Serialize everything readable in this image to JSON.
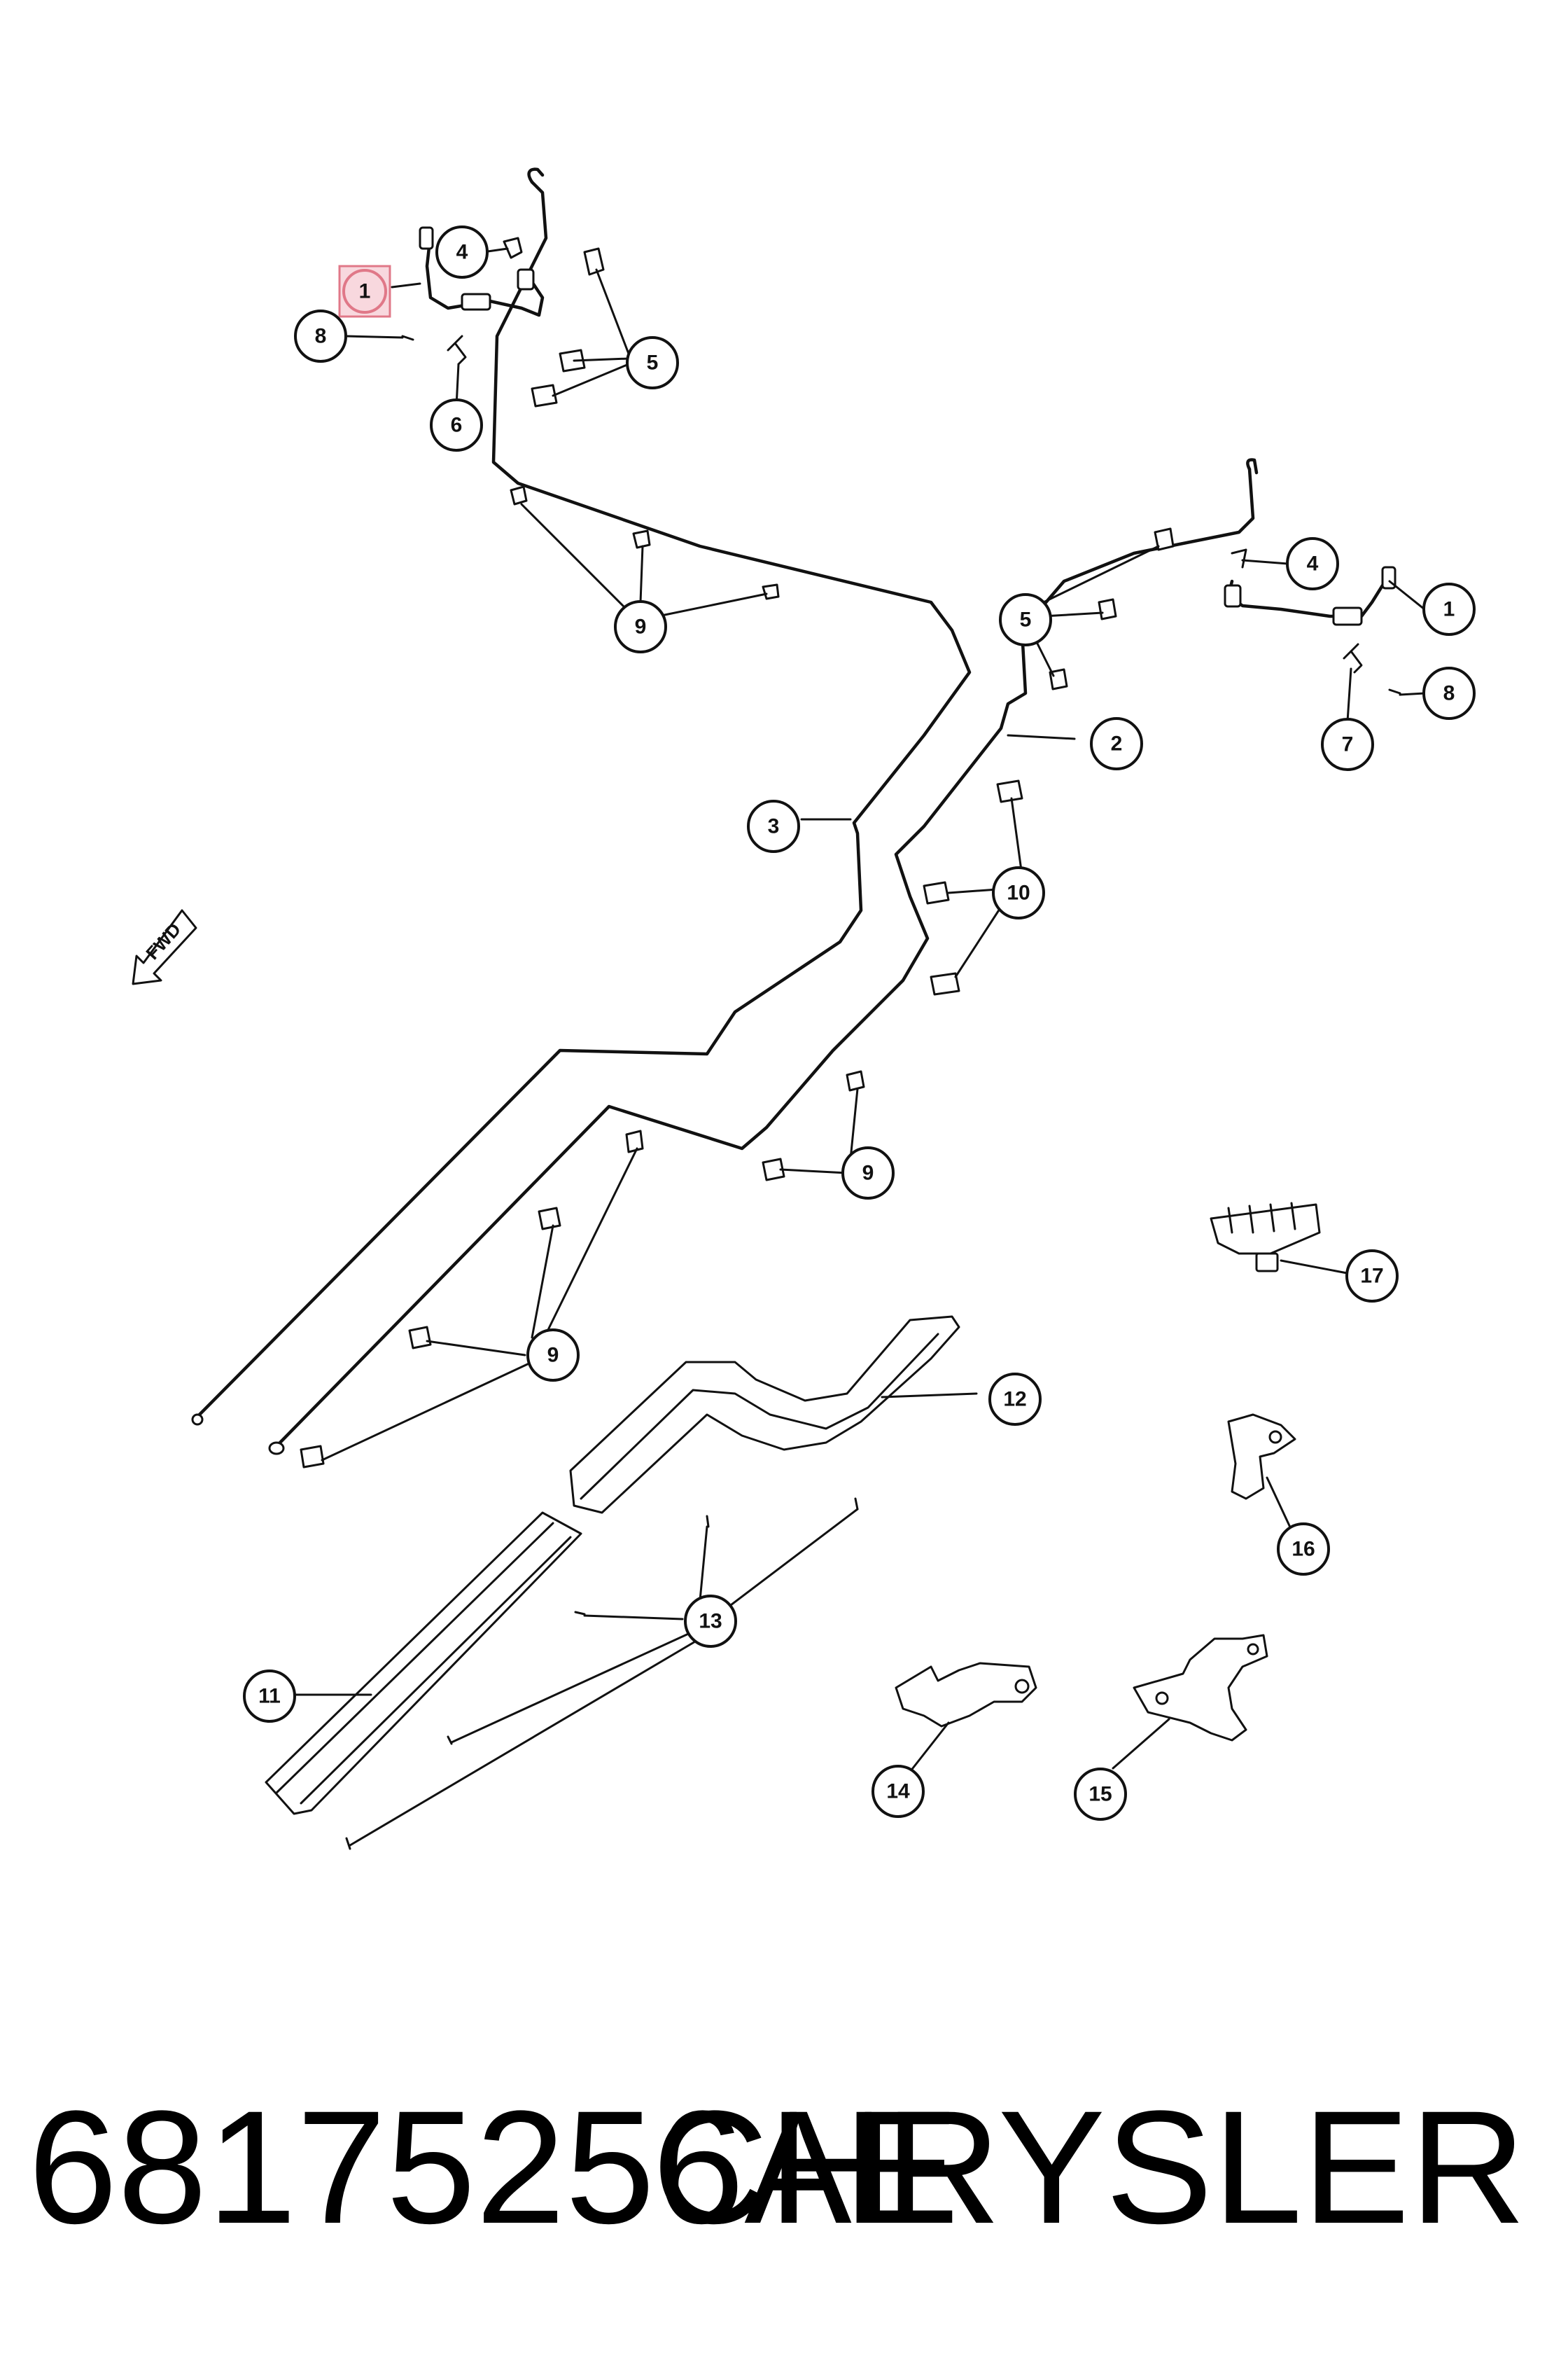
{
  "diagram": {
    "direction_label": "FWD",
    "callouts": [
      "1",
      "4",
      "8",
      "5",
      "6",
      "9",
      "3",
      "2",
      "10",
      "7",
      "12",
      "17",
      "16",
      "11",
      "13",
      "14",
      "15"
    ]
  },
  "footer": {
    "part_number": "68175256AE",
    "brand": "CHRYSLER"
  }
}
